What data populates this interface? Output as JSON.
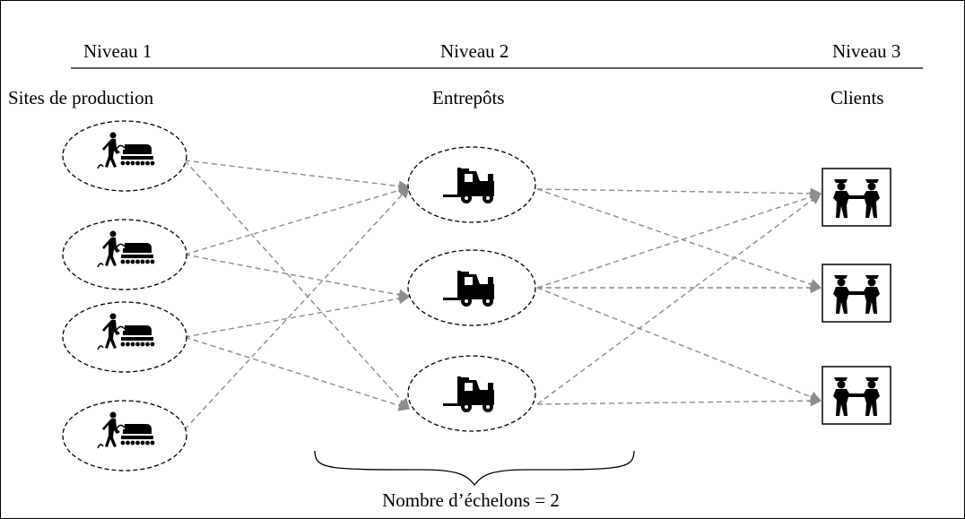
{
  "levels": {
    "level1": {
      "title": "Niveau 1",
      "subtitle": "Sites de production",
      "icon": "factory-worker-icon",
      "count": 4
    },
    "level2": {
      "title": "Niveau 2",
      "subtitle": "Entrepôts",
      "icon": "forklift-icon",
      "count": 3
    },
    "level3": {
      "title": "Niveau 3",
      "subtitle": "Clients",
      "icon": "handshake-icon",
      "count": 3
    }
  },
  "echelon_label": "Nombre d’échelons = 2",
  "links": {
    "production_to_warehouse": [
      [
        0,
        0
      ],
      [
        0,
        2
      ],
      [
        1,
        0
      ],
      [
        1,
        1
      ],
      [
        2,
        1
      ],
      [
        2,
        2
      ],
      [
        3,
        0
      ]
    ],
    "warehouse_to_client": [
      [
        0,
        0
      ],
      [
        0,
        1
      ],
      [
        1,
        0
      ],
      [
        1,
        1
      ],
      [
        1,
        2
      ],
      [
        2,
        0
      ],
      [
        2,
        2
      ]
    ]
  },
  "colors": {
    "arrow": "#8c8c8c",
    "outline": "#000000",
    "background": "#ffffff"
  }
}
